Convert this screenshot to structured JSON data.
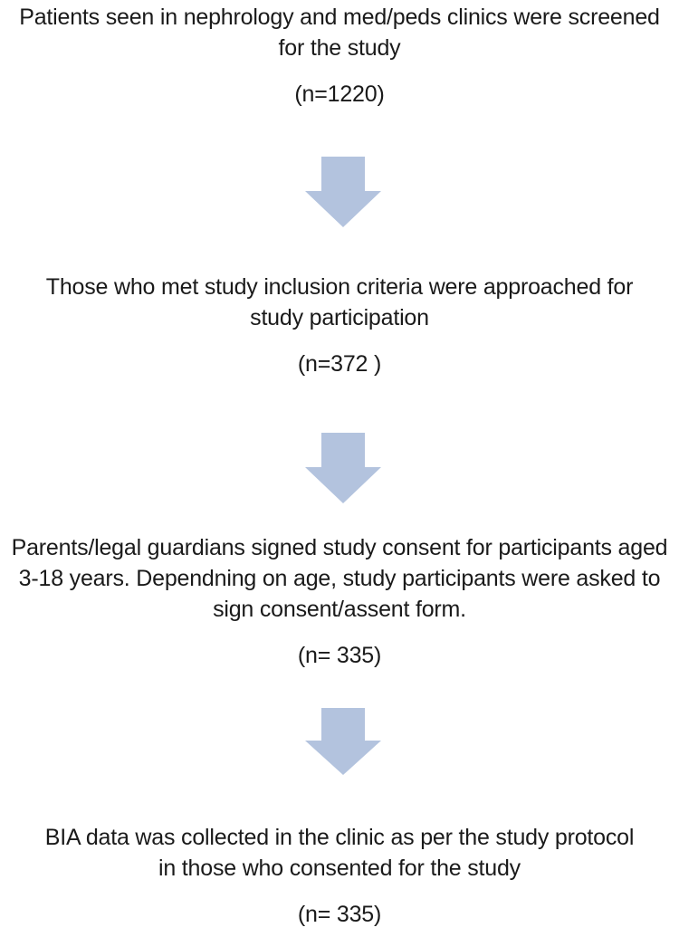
{
  "figure": {
    "type": "flowchart",
    "orientation": "vertical",
    "background_color": "#ffffff",
    "text_color": "#1a1a1a",
    "arrow_color": "#b3c3de"
  },
  "steps": [
    {
      "id": "screened",
      "body": "Patients seen in nephrology and med/peds clinics were screened for the study",
      "count": "(n=1220)"
    },
    {
      "id": "approached",
      "body": "Those who met study inclusion criteria were approached for study participation",
      "count": "(n=372 )"
    },
    {
      "id": "consented",
      "body": "Parents/legal guardians signed study consent for participants aged 3-18 years. Dependning on age, study participants were asked to sign consent/assent form.",
      "count": "(n= 335)"
    },
    {
      "id": "bia-collected",
      "body": "BIA data was collected in the clinic as per the study protocol in those who consented for the study",
      "count": "(n= 335)"
    }
  ],
  "arrows": [
    {
      "id": "arrow-screened-to-approached",
      "icon": "arrow-down-icon"
    },
    {
      "id": "arrow-approached-to-consented",
      "icon": "arrow-down-icon"
    },
    {
      "id": "arrow-consented-to-bia",
      "icon": "arrow-down-icon"
    }
  ]
}
